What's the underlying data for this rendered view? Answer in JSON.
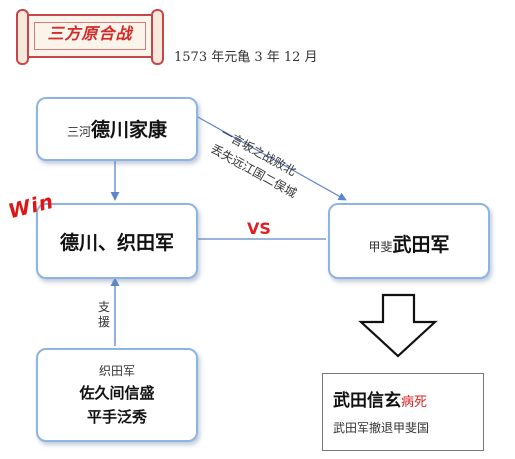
{
  "banner": {
    "title": "三方原合战"
  },
  "date": "1573 年元亀 3 年 12 月",
  "ieyasu_box": {
    "prefix": "三河",
    "name": "德川家康"
  },
  "allied_box": {
    "name": "德川、织田军"
  },
  "takeda_box": {
    "prefix": "甲斐",
    "name": "武田军"
  },
  "oda_box": {
    "prefix": "织田军",
    "line1": "佐久间信盛",
    "line2": "平手泛秀"
  },
  "edge_labels": {
    "line1": "一言坂之战败北",
    "line2": "丢失远江国二俣城",
    "support": "支援"
  },
  "win_label": "Win",
  "vs_label": "VS",
  "result": {
    "name": "武田信玄",
    "status": "病死",
    "note": "武田军撤退甲斐国"
  },
  "colors": {
    "box_border": "#8eb4e3",
    "arrow": "#5b86c8",
    "accent_red": "#e02020"
  }
}
